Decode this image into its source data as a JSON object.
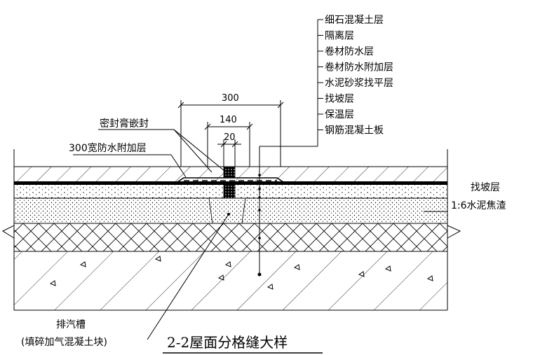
{
  "title": "2-2屋面分格缝大样",
  "layers_callout": [
    "细石混凝土层",
    "隔离层",
    "卷材防水层",
    "卷材防水附加层",
    "水泥砂浆找平层",
    "找坡层",
    "保温层",
    "钢筋混凝土板"
  ],
  "dimensions": {
    "outer": "300",
    "middle": "140",
    "inner": "20"
  },
  "labels": {
    "seal": "密封膏嵌封",
    "reinforce": "300宽防水附加层",
    "slope_title": "找坡层",
    "slope_material": "1:6水泥焦渣",
    "vent_title": "排汽槽",
    "vent_fill": "(填碎加气混凝土块)"
  }
}
